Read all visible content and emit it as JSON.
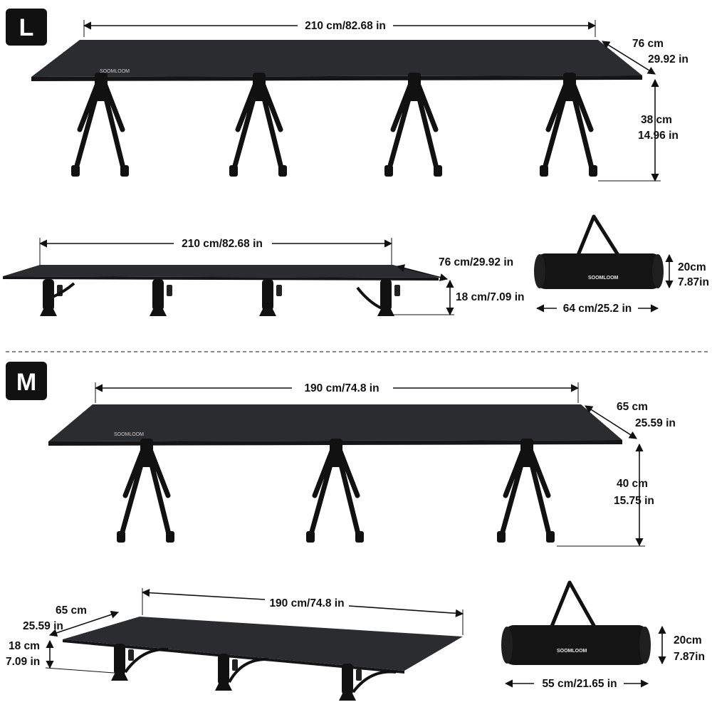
{
  "sizes": {
    "L": {
      "badge": "L",
      "raised": {
        "length": "210 cm/82.68 in",
        "width_cm": "76 cm",
        "width_in": "29.92 in",
        "height_cm": "38 cm",
        "height_in": "14.96 in"
      },
      "low": {
        "length": "210 cm/82.68 in",
        "width": "76 cm/29.92 in",
        "height": "18 cm/7.09 in"
      },
      "bag": {
        "width": "64 cm/25.2 in",
        "height_cm": "20cm",
        "height_in": "7.87in"
      }
    },
    "M": {
      "badge": "M",
      "raised": {
        "length": "190 cm/74.8 in",
        "width_cm": "65 cm",
        "width_in": "25.59 in",
        "height_cm": "40 cm",
        "height_in": "15.75 in"
      },
      "low": {
        "length": "190 cm/74.8 in",
        "width_cm": "65 cm",
        "width_in": "25.59 in",
        "height_cm": "18 cm",
        "height_in": "7.09 in"
      },
      "bag": {
        "width": "55 cm/21.65 in",
        "height_cm": "20cm",
        "height_in": "7.87in"
      }
    }
  },
  "colors": {
    "fabric": "#2a2b2d",
    "frame": "#111111",
    "badge": "#111111"
  }
}
